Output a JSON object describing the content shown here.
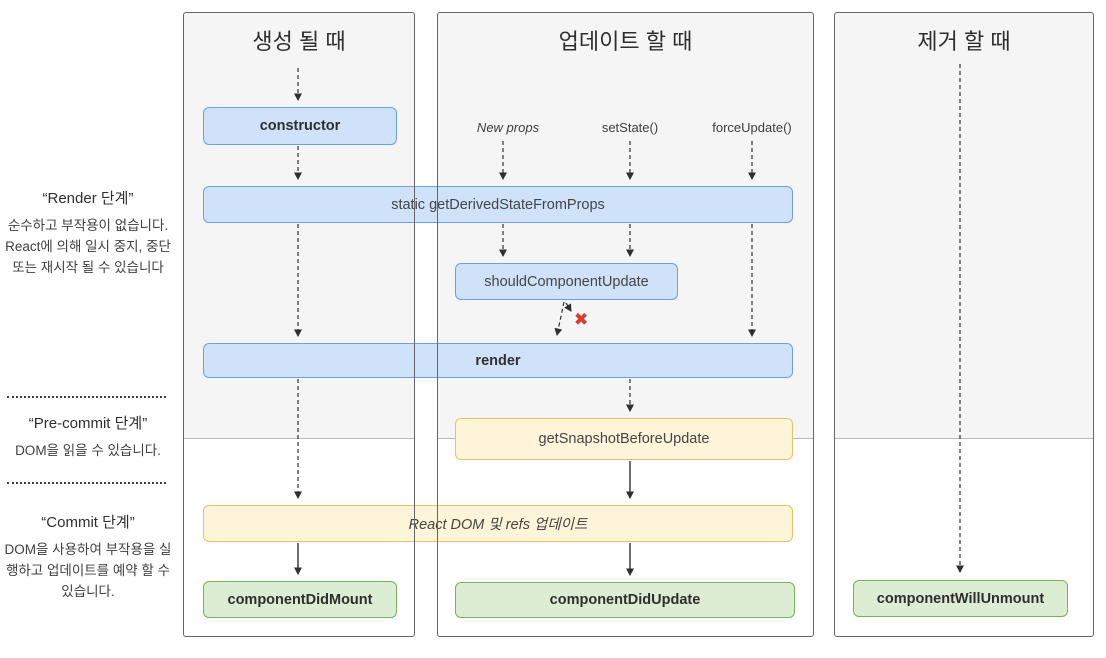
{
  "sidebar": {
    "render_phase": {
      "title": "“Render 단계”",
      "body": "순수하고 부작용이 없습니다. React에 의해 일시 중지, 중단 또는 재시작 될 수 있습니다"
    },
    "precommit_phase": {
      "title": "“Pre-commit 단계”",
      "body": "DOM을 읽을 수 있습니다."
    },
    "commit_phase": {
      "title": "“Commit 단계”",
      "body": "DOM을 사용하여 부작용을 실행하고 업데이트를 예약 할 수 있습니다."
    }
  },
  "columns": {
    "mount": {
      "title": "생성 될 때"
    },
    "update": {
      "title": "업데이트 할 때"
    },
    "unmount": {
      "title": "제거 할 때"
    }
  },
  "triggers": {
    "new_props": "New props",
    "set_state": "setState()",
    "force_update": "forceUpdate()"
  },
  "nodes": {
    "constructor": "constructor",
    "get_derived_state_from_props": "static getDerivedStateFromProps",
    "should_component_update": "shouldComponentUpdate",
    "render": "render",
    "get_snapshot_before_update": "getSnapshotBeforeUpdate",
    "react_dom_update": "React DOM 및 refs 업데이트",
    "component_did_mount": "componentDidMount",
    "component_did_update": "componentDidUpdate",
    "component_will_unmount": "componentWillUnmount"
  },
  "marks": {
    "stop_x": "✖"
  },
  "colors": {
    "blue_fill": "#cfe2fa",
    "blue_border": "#6d9eea",
    "yellow_fill": "#fdf4da",
    "yellow_border": "#e7c35f",
    "green_fill": "#dcedd4",
    "green_border": "#77b35b",
    "panel_border": "#666666",
    "phase_bg": "#f5f5f6",
    "stop_x_color": "#d23f31"
  }
}
